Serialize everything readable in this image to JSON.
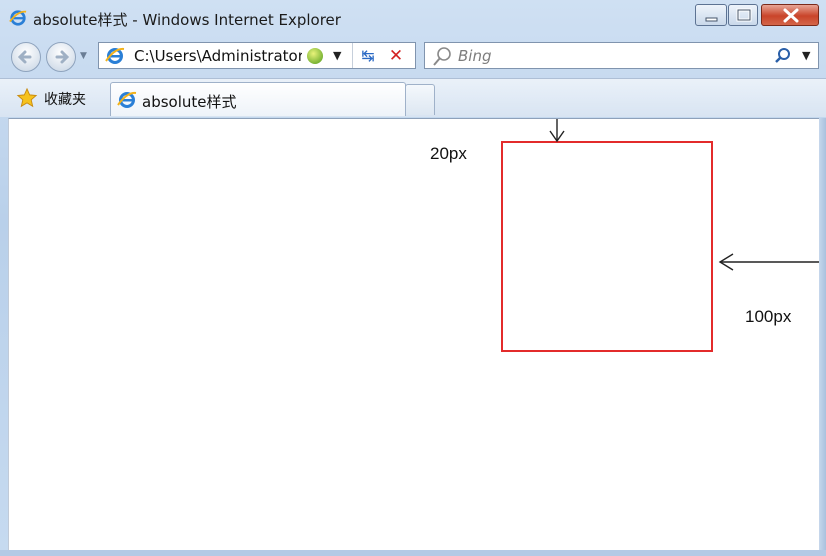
{
  "window": {
    "title": "absolute样式 - Windows Internet Explorer"
  },
  "navbar": {
    "address": "C:\\Users\\Administrator\\",
    "search_placeholder": "Bing"
  },
  "favorites": {
    "label": "收藏夹"
  },
  "tabs": [
    {
      "label": "absolute样式",
      "active": true
    }
  ],
  "page": {
    "box_color": "#e32b2b",
    "top_offset_label": "20px",
    "right_offset_label": "100px"
  }
}
